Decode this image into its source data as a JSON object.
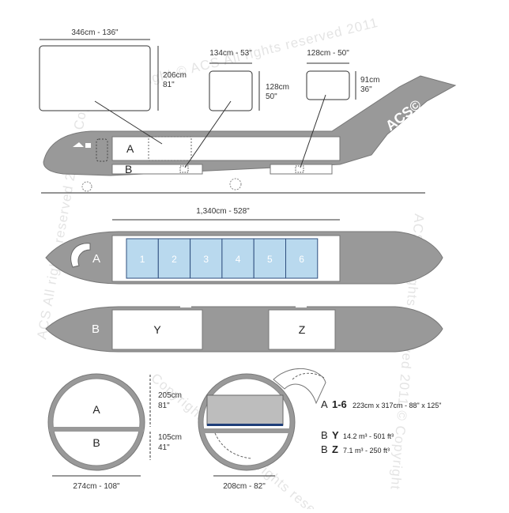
{
  "brand": "ACS©",
  "watermarks": {
    "top": "Copyright © ACS All rights reserved 2011",
    "left": "ACS All rights reserved 2011 © Copyright",
    "right": "ACS All rights reserved 2011 © Copyright",
    "bottom": "Copyright © ACS All rights reserved"
  },
  "side_view": {
    "deck_a": "A",
    "deck_b": "B",
    "main_door": {
      "width": "346cm - 136\"",
      "height_cm": "206cm",
      "height_in": "81\""
    },
    "fwd_lower_door": {
      "width": "134cm - 53\"",
      "height_cm": "128cm",
      "height_in": "50\""
    },
    "aft_lower_door": {
      "width": "128cm - 50\"",
      "height_cm": "91cm",
      "height_in": "36\""
    }
  },
  "main_deck_plan": {
    "length": "1,340cm - 528\"",
    "label": "A",
    "positions": [
      "1",
      "2",
      "3",
      "4",
      "5",
      "6"
    ]
  },
  "lower_deck_plan": {
    "label": "B",
    "hold_y": "Y",
    "hold_z": "Z"
  },
  "cross_section": {
    "label_a": "A",
    "label_b": "B",
    "upper_height_cm": "205cm",
    "upper_height_in": "81\"",
    "lower_height_cm": "105cm",
    "lower_height_in": "41\"",
    "width": "274cm - 108\"",
    "door_width": "208cm - 82\""
  },
  "specs": {
    "a_label": "A",
    "a_positions": "1-6",
    "a_size": "223cm x 317cm - 88\" x 125\"",
    "by_label": "B",
    "by_hold": "Y",
    "by_volume": "14.2 m³ - 501 ft³",
    "bz_label": "B",
    "bz_hold": "Z",
    "bz_volume": "7.1 m³ - 250 ft³"
  }
}
